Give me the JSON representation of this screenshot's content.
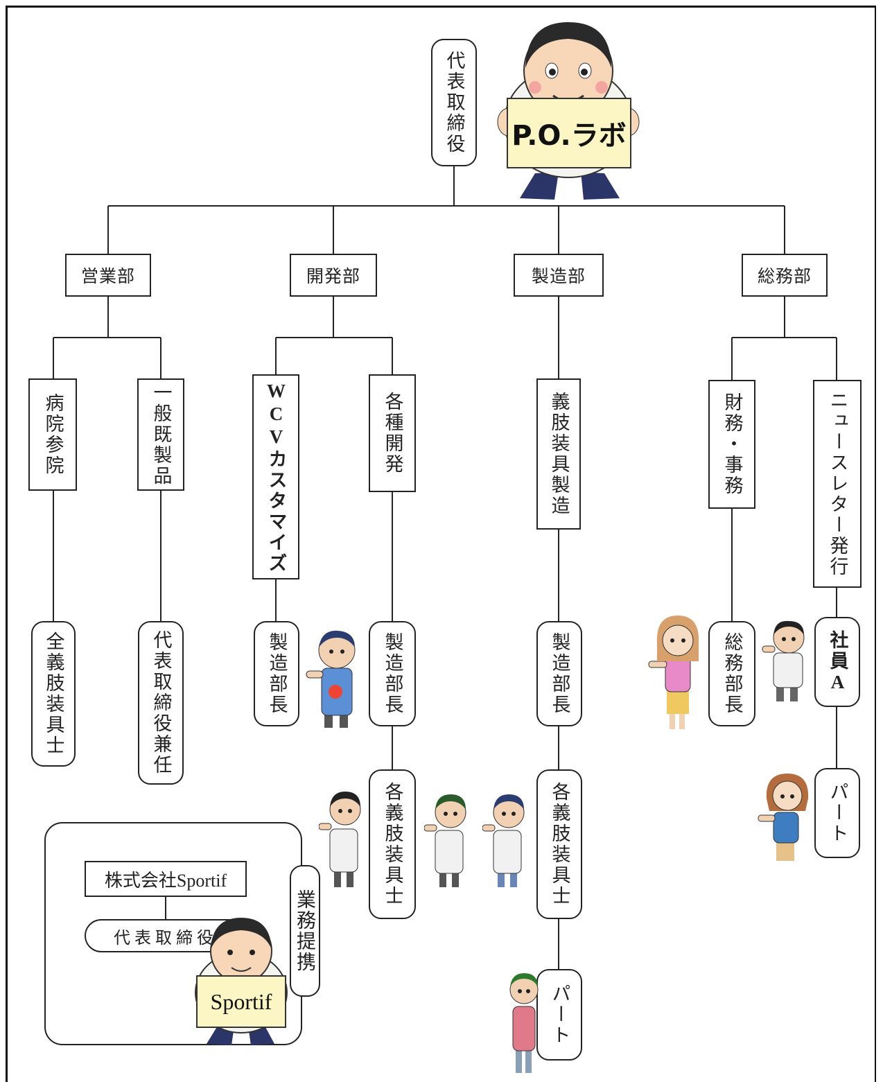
{
  "ceo": {
    "title": "代表取締役",
    "sign": "P.O.ラボ"
  },
  "departments": {
    "sales": {
      "name": "営業部",
      "units": [
        {
          "label": "病院参院",
          "staff": "全義肢装具士"
        },
        {
          "label": "一般既製品",
          "staff": "代表取締役兼任"
        }
      ]
    },
    "development": {
      "name": "開発部",
      "units": [
        {
          "label": "WCVカスタマイズ",
          "staff": "製造部長"
        },
        {
          "label": "各種開発",
          "staff": "製造部長",
          "sub_staff": "各義肢装具士"
        }
      ]
    },
    "manufacturing": {
      "name": "製造部",
      "units": [
        {
          "label": "義肢装具製造",
          "staff": "製造部長",
          "sub_staff": "各義肢装具士",
          "part": "パート"
        }
      ]
    },
    "general_affairs": {
      "name": "総務部",
      "units": [
        {
          "label": "財務・事務",
          "staff": "総務部長"
        },
        {
          "label": "ニュースレター発行",
          "staff": "社員A",
          "part": "パート"
        }
      ]
    }
  },
  "partner": {
    "company": "株式会社Sportif",
    "ceo": "代表取締役",
    "relation": "業務提携",
    "sign": "Sportif"
  }
}
